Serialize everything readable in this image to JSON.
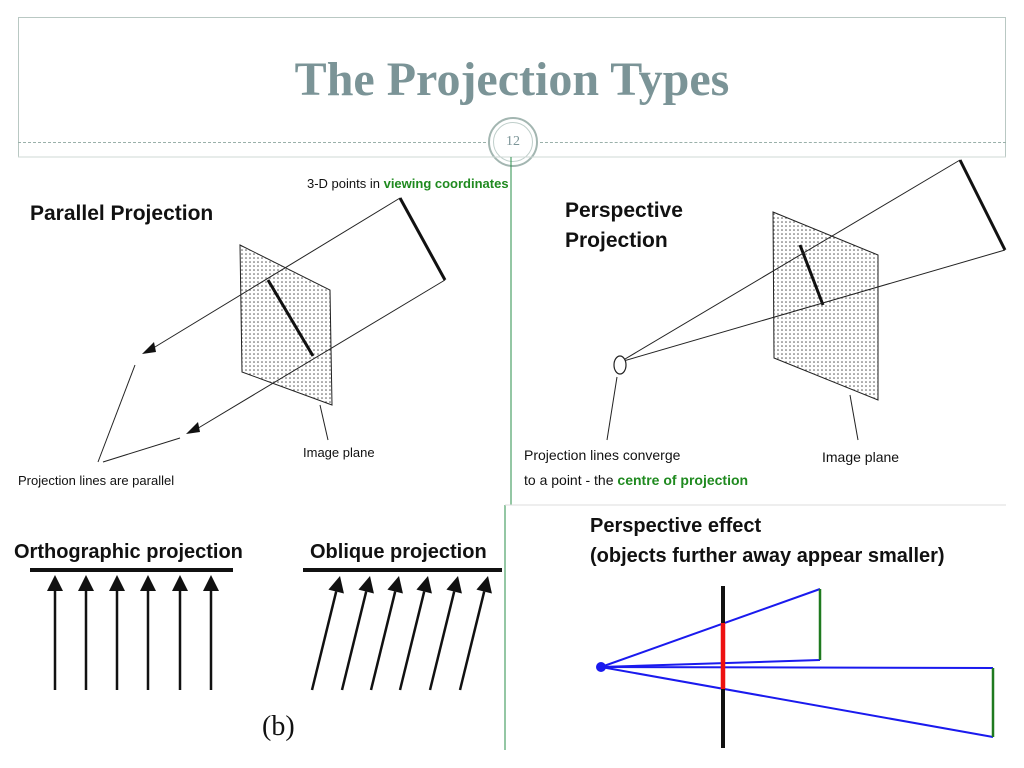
{
  "slide": {
    "title": "The Projection Types",
    "page_number": "12"
  },
  "parallel": {
    "heading": "Parallel Projection",
    "points_label_prefix": "3-D points in ",
    "points_label_highlight": "viewing coordinates",
    "image_plane_label": "Image plane",
    "lines_label": "Projection lines are parallel"
  },
  "perspective": {
    "heading_line1": "Perspective",
    "heading_line2": "Projection",
    "converge_line1": "Projection lines converge",
    "converge_line2_prefix": "to a point - the ",
    "converge_line2_highlight": "centre of projection",
    "image_plane_label": "Image plane"
  },
  "orthographic": {
    "label": "Orthographic projection"
  },
  "oblique": {
    "label": "Oblique projection"
  },
  "figure_label": "(b)",
  "effect": {
    "line1": "Perspective effect",
    "line2": "(objects further away appear smaller)"
  },
  "colors": {
    "title": "#7b9497",
    "highlight_green": "#1f8a1f",
    "ray_blue": "#1a1aee",
    "red_segment": "#ee1111",
    "object_green": "#1f7a1f",
    "divider_green": "#1f8a3a"
  }
}
